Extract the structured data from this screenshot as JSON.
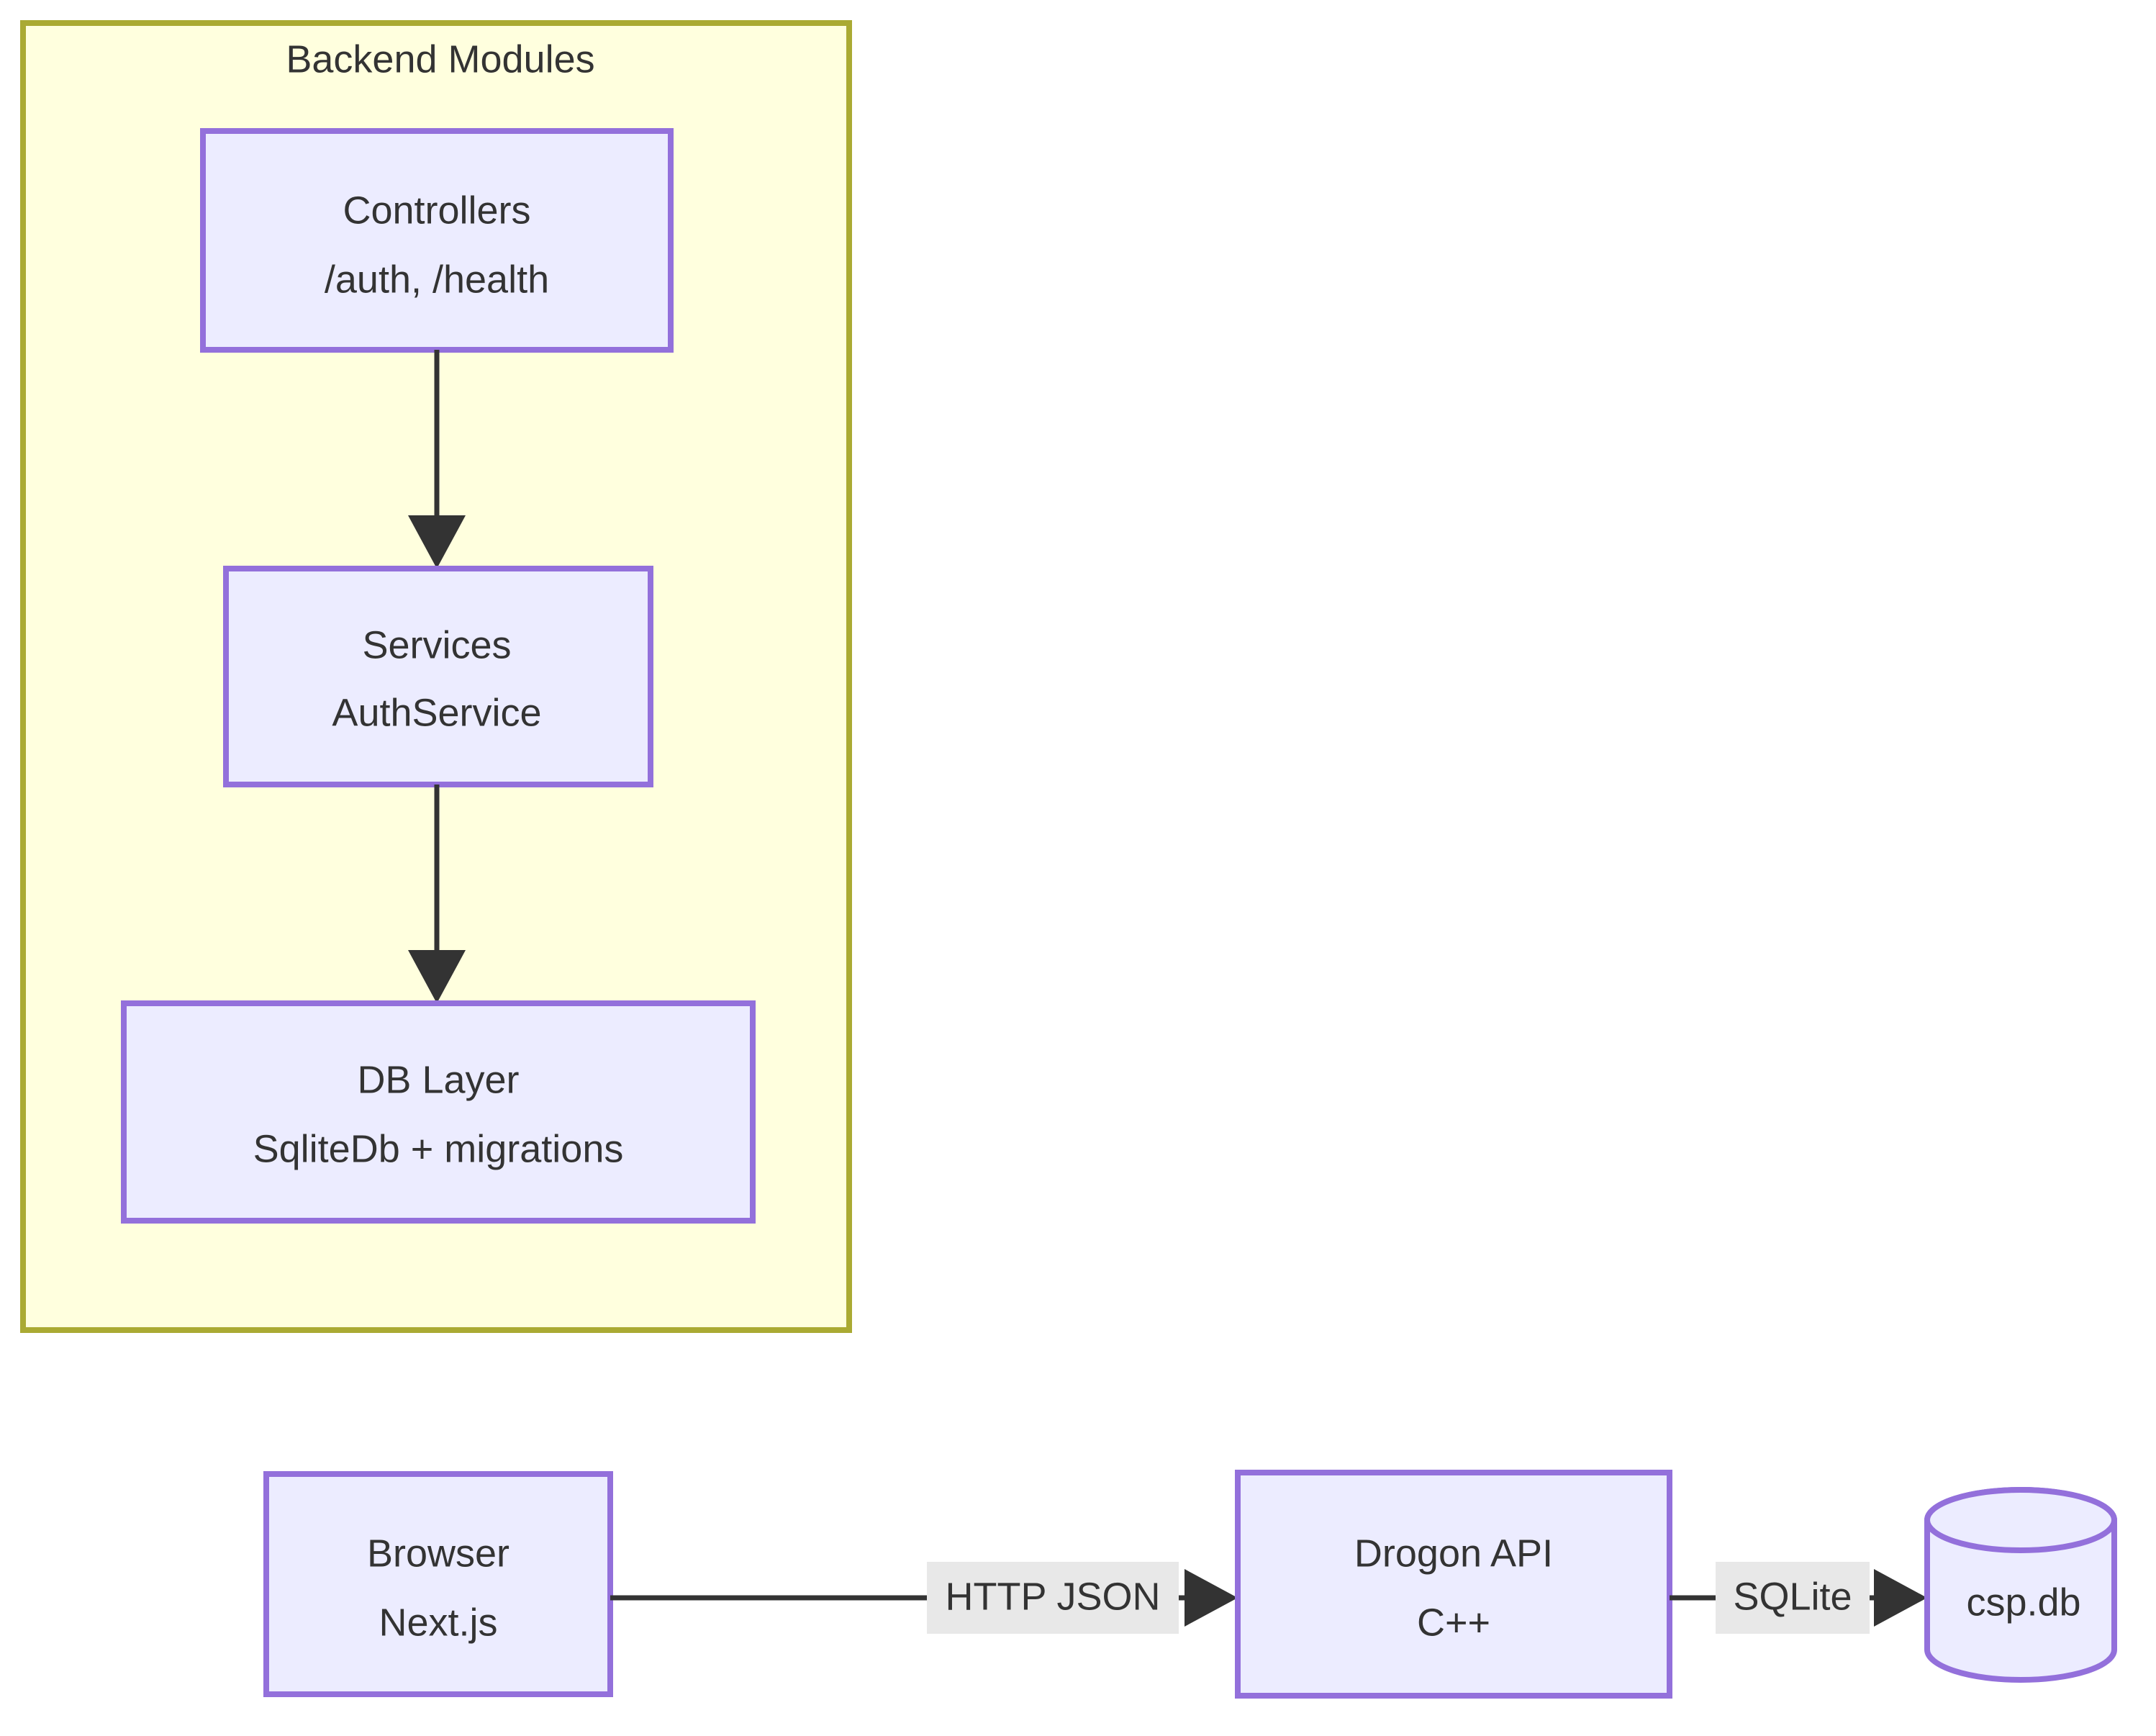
{
  "diagram": {
    "type": "flowchart",
    "title": "",
    "subgraphs": [
      {
        "id": "backend-modules",
        "title": "Backend Modules",
        "fill": "#ffffde",
        "stroke": "#aaaa33",
        "nodes": [
          "controllers",
          "services",
          "db-layer"
        ]
      }
    ],
    "nodes": [
      {
        "id": "controllers",
        "shape": "rect",
        "line1": "Controllers",
        "line2": "/auth, /health",
        "fill": "#ececff",
        "stroke": "#9370db"
      },
      {
        "id": "services",
        "shape": "rect",
        "line1": "Services",
        "line2": "AuthService",
        "fill": "#ececff",
        "stroke": "#9370db"
      },
      {
        "id": "db-layer",
        "shape": "rect",
        "line1": "DB Layer",
        "line2": "SqliteDb + migrations",
        "fill": "#ececff",
        "stroke": "#9370db"
      },
      {
        "id": "browser",
        "shape": "rect",
        "line1": "Browser",
        "line2": "Next.js",
        "fill": "#ececff",
        "stroke": "#9370db"
      },
      {
        "id": "drogon-api",
        "shape": "rect",
        "line1": "Drogon API",
        "line2": "C++",
        "fill": "#ececff",
        "stroke": "#9370db"
      },
      {
        "id": "csp-db",
        "shape": "cylinder",
        "line1": "csp.db",
        "line2": "",
        "fill": "#ececff",
        "stroke": "#9370db"
      }
    ],
    "edges": [
      {
        "id": "controllers-to-services",
        "from": "controllers",
        "to": "services",
        "label": "",
        "arrow": true
      },
      {
        "id": "services-to-db-layer",
        "from": "services",
        "to": "db-layer",
        "label": "",
        "arrow": true
      },
      {
        "id": "browser-to-drogon",
        "from": "browser",
        "to": "drogon-api",
        "label": "HTTP JSON",
        "arrow": true
      },
      {
        "id": "drogon-to-cspdb",
        "from": "drogon-api",
        "to": "csp-db",
        "label": "SQLite",
        "arrow": true
      }
    ],
    "colors": {
      "node_fill": "#ececff",
      "node_stroke": "#9370db",
      "subgraph_fill": "#ffffde",
      "subgraph_stroke": "#aaaa33",
      "edge_stroke": "#333333",
      "text": "#333333",
      "edge_label_bg": "#e8e8e8",
      "canvas": "#ffffff"
    }
  }
}
